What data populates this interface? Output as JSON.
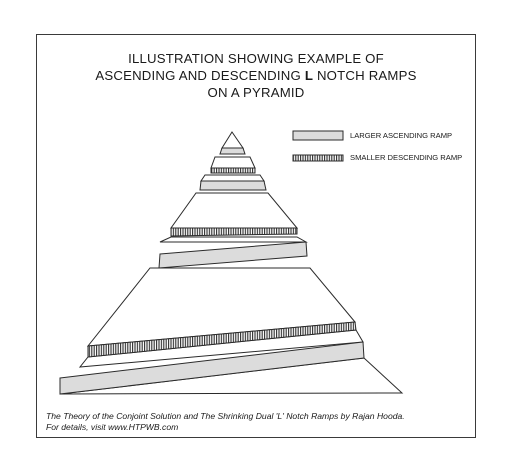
{
  "title": {
    "line1": "ILLUSTRATION SHOWING EXAMPLE OF",
    "line2_before": "ASCENDING AND DESCENDING ",
    "line2_bold": "L",
    "line2_after": " NOTCH RAMPS",
    "line3": "ON A PYRAMID"
  },
  "legend": {
    "ascending": {
      "label": "LARGER ASCENDING RAMP",
      "fill": "#dcdcdc"
    },
    "descending": {
      "label": "SMALLER DESCENDING RAMP"
    }
  },
  "caption": {
    "line1": "The Theory of the Conjoint Solution and The Shrinking Dual 'L' Notch Ramps by Rajan Hooda.",
    "line2": "For details, visit www.HTPWB.com"
  },
  "colors": {
    "stroke": "#2b2b2b",
    "ascending_fill": "#dcdcdc",
    "hatch": "#2b2b2b",
    "background": "#ffffff"
  }
}
